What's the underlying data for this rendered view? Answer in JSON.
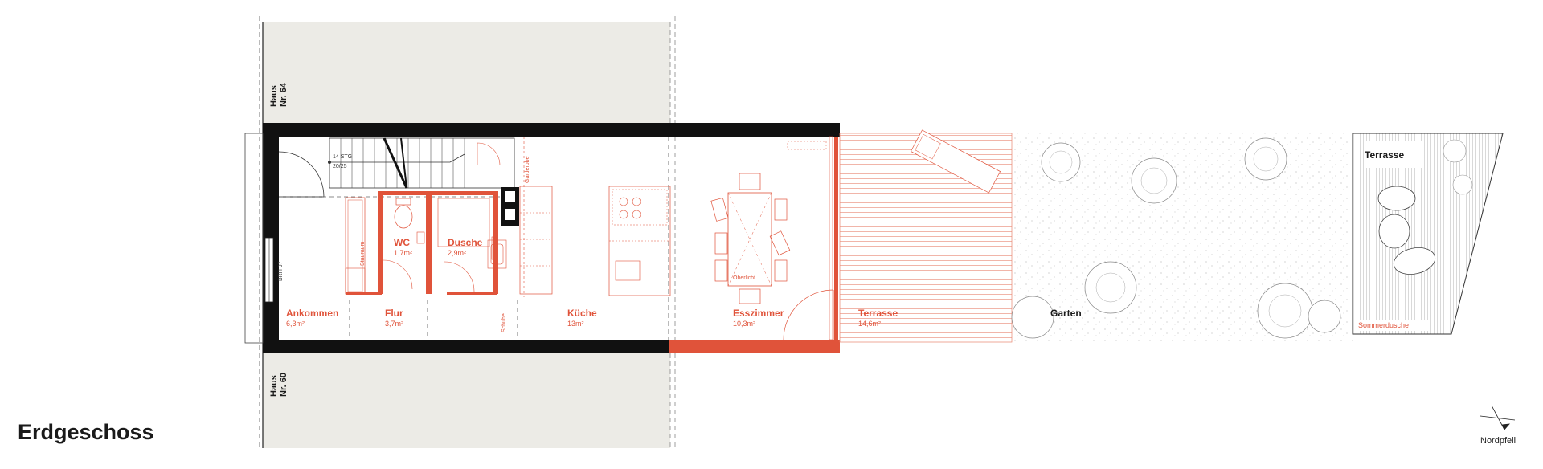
{
  "title": "Erdgeschoss",
  "north_arrow": "Nordpfeil",
  "neighbors": {
    "top": {
      "line1": "Haus",
      "line2": "Nr. 64"
    },
    "bottom": {
      "line1": "Haus",
      "line2": "Nr. 60"
    }
  },
  "rooms": {
    "ankommen": {
      "name": "Ankommen",
      "area": "6,3m²"
    },
    "flur": {
      "name": "Flur",
      "area": "3,7m²"
    },
    "wc": {
      "name": "WC",
      "area": "1,7m²"
    },
    "dusche": {
      "name": "Dusche",
      "area": "2,9m²"
    },
    "kueche": {
      "name": "Küche",
      "area": "13m²"
    },
    "esszimmer": {
      "name": "Esszimmer",
      "area": "10,3m²"
    },
    "terrasse": {
      "name": "Terrasse",
      "area": "14,6m²"
    },
    "garten": {
      "name": "Garten"
    },
    "terrasse_back": {
      "name": "Terrasse"
    }
  },
  "annotations": {
    "stair": "14 STG",
    "stair_dim": "20/25",
    "brh": "BRH 97",
    "stauraum": "Stauraum",
    "garderobe": "Garderobe",
    "schuhe": "Schuhe",
    "oberlicht": "Oberlicht",
    "sommerdusche": "Sommerdusche"
  },
  "colors": {
    "accent": "#e0533a",
    "wall": "#111111",
    "neighbor_fill": "#ecebe6",
    "hatch": "#e8836f"
  }
}
